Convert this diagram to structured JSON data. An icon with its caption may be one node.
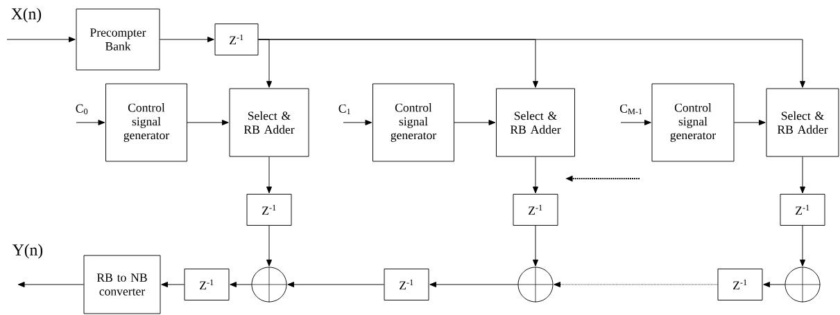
{
  "diagram": {
    "nodes": [
      {
        "text": [
          "Precompter Bank"
        ]
      },
      {
        "text": [
          "Z$^{-1}$"
        ]
      },
      {
        "text": [
          "Control signal generator"
        ]
      },
      {
        "text": [
          "Select & RB Adder"
        ]
      },
      {
        "text": [
          "Control signal generator"
        ]
      },
      {
        "text": [
          "Select & RB Adder"
        ]
      },
      {
        "text": [
          "Control signal generator"
        ]
      },
      {
        "text": [
          "Select & RB Adder"
        ]
      },
      {
        "text": [
          "Z$^{-1}$"
        ]
      },
      {
        "text": [
          "Z$^{-1}$"
        ]
      },
      {
        "text": [
          "Z$^{-1}$"
        ]
      },
      {
        "text": [],
        "shape": "circle"
      },
      {
        "text": [],
        "shape": "circle"
      },
      {
        "text": [],
        "shape": "circle"
      },
      {
        "text": [
          "Z$^{-1}$"
        ]
      },
      {
        "text": [
          "Z$^{-1}$"
        ]
      },
      {
        "text": [
          "Z$^{-1}$"
        ]
      },
      {
        "text": [
          "RB to NB converter"
        ]
      }
    ],
    "edges": [
      {
        "from": null,
        "to": 0,
        "arrow": "to"
      },
      {
        "from": 0,
        "to": 1,
        "arrow": "to"
      },
      {
        "from": 1,
        "to": 3,
        "arrow": "to"
      },
      {
        "from": 1,
        "to": 5,
        "arrow": "to"
      },
      {
        "from": 1,
        "to": 7,
        "arrow": "to"
      },
      {
        "from": null,
        "to": 2,
        "arrow": "to"
      },
      {
        "from": 2,
        "to": 3,
        "arrow": "to"
      },
      {
        "from": null,
        "to": 4,
        "arrow": "to"
      },
      {
        "from": 4,
        "to": 5,
        "arrow": "to"
      },
      {
        "from": null,
        "to": 6,
        "arrow": "to"
      },
      {
        "from": 6,
        "to": 7,
        "arrow": "to"
      },
      {
        "from": 3,
        "to": 8,
        "arrow": "to"
      },
      {
        "from": 5,
        "to": 9,
        "arrow": "to"
      },
      {
        "from": 7,
        "to": 10,
        "arrow": "to"
      },
      {
        "from": 8,
        "to": 11,
        "arrow": "to"
      },
      {
        "from": 9,
        "to": 12,
        "arrow": "to"
      },
      {
        "from": 10,
        "to": 13,
        "arrow": "to"
      },
      {
        "from": 13,
        "to": 14,
        "arrow": "to"
      },
      {
        "from": 14,
        "to": 12,
        "arrow": "to",
        "style": "dashed"
      },
      {
        "from": 12,
        "to": 15,
        "arrow": "to"
      },
      {
        "from": 15,
        "to": 11,
        "arrow": "to"
      },
      {
        "from": 11,
        "to": 16,
        "arrow": "to"
      },
      {
        "from": 16,
        "to": 17,
        "arrow": "to"
      },
      {
        "from": 17,
        "to": null,
        "arrow": "to"
      }
    ],
    "labels": [
      "X(n)",
      "C$_{0}$",
      "C$_{1}$",
      "C$_{M-1}$",
      "Y(n)"
    ]
  }
}
